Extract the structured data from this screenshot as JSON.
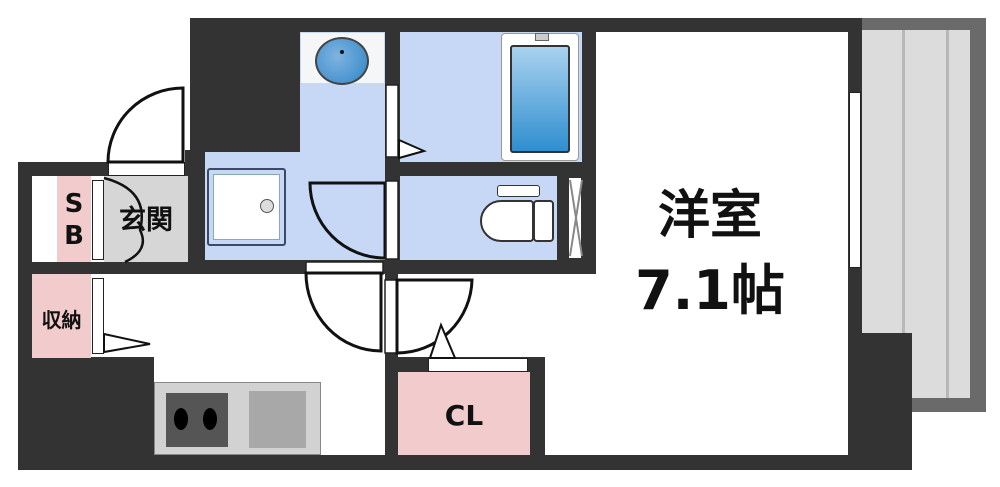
{
  "floorplan": {
    "rooms": {
      "western_room": {
        "name": "洋室",
        "size": "7.1帖"
      },
      "entrance": {
        "name": "玄関"
      },
      "shoe_box": {
        "name": "SB",
        "line1": "S",
        "line2": "B"
      },
      "storage": {
        "name": "収納"
      },
      "closet": {
        "name": "CL"
      }
    },
    "colors": {
      "wall": "#333333",
      "wet_area": "#c6d8f5",
      "storage_pink": "#f2cccc",
      "entrance_gray": "#d6d6d6",
      "balcony": "#dcdcdc",
      "balcony_frame": "#6a6a6a"
    }
  }
}
